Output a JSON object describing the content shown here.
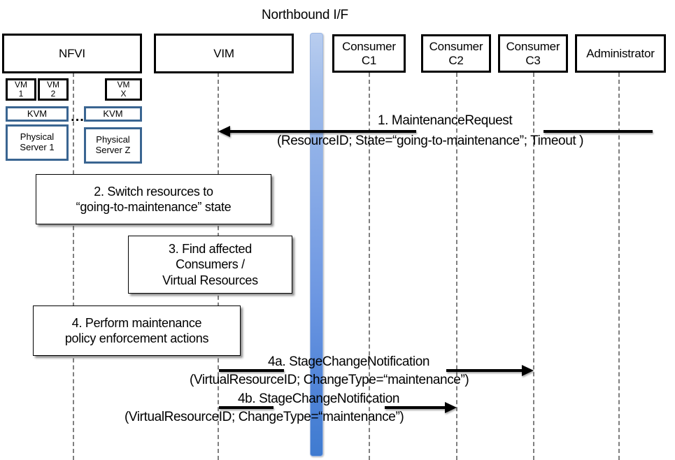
{
  "diagram": {
    "title": "Northbound I/F",
    "type": "sequence-diagram"
  },
  "lifelines": [
    {
      "id": "nfvi",
      "label": "NFVI"
    },
    {
      "id": "vim",
      "label": "VIM"
    },
    {
      "id": "c1",
      "label_line1": "Consumer",
      "label_line2": "C1"
    },
    {
      "id": "c2",
      "label_line1": "Consumer",
      "label_line2": "C2"
    },
    {
      "id": "c3",
      "label_line1": "Consumer",
      "label_line2": "C3"
    },
    {
      "id": "admin",
      "label": "Administrator"
    }
  ],
  "infrastructure": {
    "vms": [
      {
        "line1": "VM",
        "line2": "1"
      },
      {
        "line1": "VM",
        "line2": "2"
      },
      {
        "line1": "VM",
        "line2": "X"
      }
    ],
    "hypervisors": [
      {
        "label": "KVM"
      },
      {
        "label": "KVM"
      }
    ],
    "servers": [
      {
        "line1": "Physical",
        "line2": "Server 1"
      },
      {
        "line1": "Physical",
        "line2": "Server Z"
      }
    ],
    "ellipsis": "..."
  },
  "messages": [
    {
      "id": "msg1",
      "label": "1.   MaintenanceRequest",
      "params": "(ResourceID; State=“going-to-maintenance”; Timeout )",
      "from": "admin",
      "to": "vim",
      "direction": "left"
    },
    {
      "id": "msg4a",
      "label": "4a. StageChangeNotification",
      "params": "(VirtualResourceID; ChangeType=“maintenance”)",
      "from": "vim",
      "to": "c3",
      "direction": "right"
    },
    {
      "id": "msg4b",
      "label": "4b. StageChangeNotification",
      "params": "(VirtualResourceID; ChangeType=“maintenance”)",
      "from": "vim",
      "to": "c2",
      "direction": "right"
    }
  ],
  "steps": [
    {
      "id": "step2",
      "line1": "2. Switch resources to",
      "line2": "“going-to-maintenance” state"
    },
    {
      "id": "step3",
      "line1": "3. Find affected",
      "line2": "Consumers /",
      "line3": "Virtual Resources"
    },
    {
      "id": "step4",
      "line1": "4. Perform maintenance",
      "line2": "policy enforcement actions"
    }
  ],
  "colors": {
    "blue_bar_top": "#b9cdef",
    "blue_bar_bottom": "#3f7bd0",
    "blue_box_border": "#3a6591",
    "lifeline": "#7f7f7f",
    "stroke": "#000000",
    "background": "#ffffff"
  }
}
